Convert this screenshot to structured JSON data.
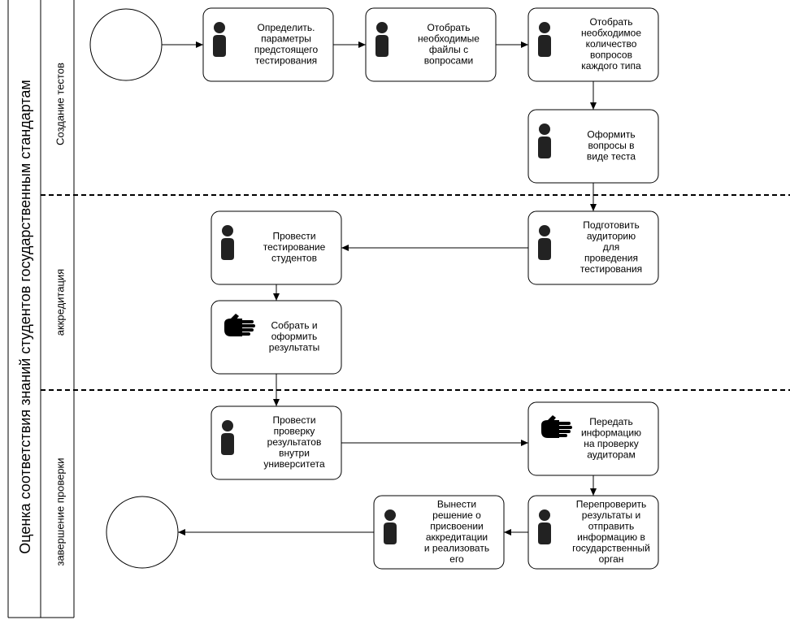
{
  "pool": {
    "title": "Оценка соответствия знаний студентов государственным стандартам"
  },
  "lanes": [
    {
      "id": "lane1",
      "title": "Создание тестов"
    },
    {
      "id": "lane2",
      "title": "аккредитация"
    },
    {
      "id": "lane3",
      "title": "завершение проверки"
    }
  ],
  "events": [
    {
      "id": "start",
      "type": "start"
    },
    {
      "id": "end",
      "type": "end"
    }
  ],
  "tasks": [
    {
      "id": "t1",
      "icon": "user-icon",
      "lines": [
        "Определить.",
        "параметры",
        "предстоящего",
        "тестирования"
      ]
    },
    {
      "id": "t2",
      "icon": "user-icon",
      "lines": [
        "Отобрать",
        "необходимые",
        "файлы с",
        "вопросами"
      ]
    },
    {
      "id": "t3",
      "icon": "user-icon",
      "lines": [
        "Отобрать",
        "необходимое",
        "количество",
        "вопросов",
        "каждого типа"
      ]
    },
    {
      "id": "t4",
      "icon": "user-icon",
      "lines": [
        "Оформить",
        "вопросы в",
        "виде теста"
      ]
    },
    {
      "id": "t5",
      "icon": "user-icon",
      "lines": [
        "Подготовить",
        "аудиторию",
        "для",
        "проведения",
        "тестирования"
      ]
    },
    {
      "id": "t6",
      "icon": "user-icon",
      "lines": [
        "Провести",
        "тестирование",
        "студентов"
      ]
    },
    {
      "id": "t7",
      "icon": "manual-hand-icon",
      "lines": [
        "Собрать  и",
        "оформить",
        "результаты"
      ]
    },
    {
      "id": "t8",
      "icon": "user-icon",
      "lines": [
        "Провести",
        "проверку",
        "результатов",
        "внутри",
        "университета"
      ]
    },
    {
      "id": "t9",
      "icon": "manual-hand-icon",
      "lines": [
        "Передать",
        "информацию",
        "на проверку",
        "аудиторам"
      ]
    },
    {
      "id": "t10",
      "icon": "user-icon",
      "lines": [
        "Перепроверить",
        "результаты и",
        "отправить",
        "информацию в",
        "государственный",
        "орган"
      ]
    },
    {
      "id": "t11",
      "icon": "user-icon",
      "lines": [
        "Вынести",
        "решение о",
        "присвоении",
        "аккредитации",
        "и реализовать",
        "его"
      ]
    }
  ],
  "flows": [
    {
      "from": "start",
      "to": "t1"
    },
    {
      "from": "t1",
      "to": "t2"
    },
    {
      "from": "t2",
      "to": "t3"
    },
    {
      "from": "t3",
      "to": "t4"
    },
    {
      "from": "t4",
      "to": "t5"
    },
    {
      "from": "t5",
      "to": "t6"
    },
    {
      "from": "t6",
      "to": "t7"
    },
    {
      "from": "t7",
      "to": "t8"
    },
    {
      "from": "t8",
      "to": "t9"
    },
    {
      "from": "t9",
      "to": "t10"
    },
    {
      "from": "t10",
      "to": "t11"
    },
    {
      "from": "t11",
      "to": "end"
    }
  ]
}
